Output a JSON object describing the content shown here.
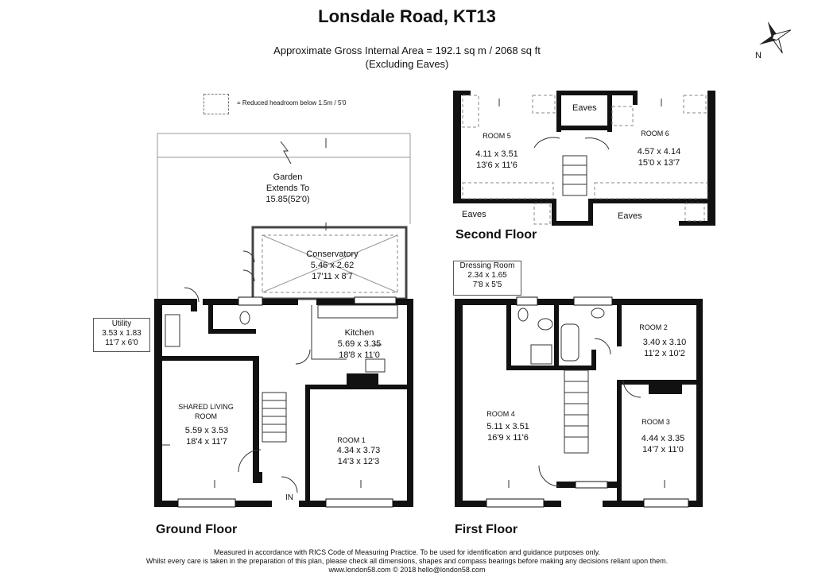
{
  "header": {
    "title": "Lonsdale Road, KT13",
    "area_line1": "Approximate Gross Internal Area = 192.1 sq m / 2068 sq ft",
    "area_line2": "(Excluding Eaves)"
  },
  "compass": {
    "label": "N",
    "icon": "compass-rose-icon"
  },
  "legend": {
    "text": "= Reduced headroom below 1.5m / 5'0"
  },
  "floors": {
    "ground": "Ground Floor",
    "first": "First Floor",
    "second": "Second Floor"
  },
  "rooms": {
    "garden": {
      "name": "Garden",
      "line2": "Extends To",
      "dims": "15.85(52'0)"
    },
    "conservatory": {
      "name": "Conservatory",
      "metric": "5.46 x 2.62",
      "imperial": "17'11 x 8'7"
    },
    "utility": {
      "name": "Utility",
      "metric": "3.53 x 1.83",
      "imperial": "11'7 x 6'0"
    },
    "kitchen": {
      "name": "Kitchen",
      "metric": "5.69 x 3.35",
      "imperial": "18'8 x 11'0"
    },
    "living": {
      "name1": "SHARED LIVING",
      "name2": "ROOM",
      "metric": "5.59 x 3.53",
      "imperial": "18'4 x 11'7"
    },
    "room1": {
      "name": "ROOM 1",
      "metric": "4.34 x 3.73",
      "imperial": "14'3 x 12'3"
    },
    "entrance": "IN",
    "dressing": {
      "name": "Dressing Room",
      "metric": "2.34 x 1.65",
      "imperial": "7'8 x 5'5"
    },
    "room2": {
      "name": "ROOM 2",
      "metric": "3.40 x 3.10",
      "imperial": "11'2 x 10'2"
    },
    "room3": {
      "name": "ROOM 3",
      "metric": "4.44 x 3.35",
      "imperial": "14'7 x 11'0"
    },
    "room4": {
      "name": "ROOM 4",
      "metric": "5.11 x 3.51",
      "imperial": "16'9 x 11'6"
    },
    "room5": {
      "name": "ROOM 5",
      "metric": "4.11 x 3.51",
      "imperial": "13'6 x 11'6"
    },
    "room6": {
      "name": "ROOM 6",
      "metric": "4.57 x 4.14",
      "imperial": "15'0 x 13'7"
    },
    "eaves_top": "Eaves",
    "eaves_left": "Eaves",
    "eaves_right": "Eaves"
  },
  "footer": {
    "line1": "Measured in accordance with RICS Code of Measuring Practice. To be used for identification and guidance purposes only.",
    "line2": "Whilst every care is taken in the preparation of this plan, please check all dimensions, shapes and compass bearings before making any decisions reliant upon them.",
    "line3": "www.london58.com © 2018 hello@london58.com"
  }
}
